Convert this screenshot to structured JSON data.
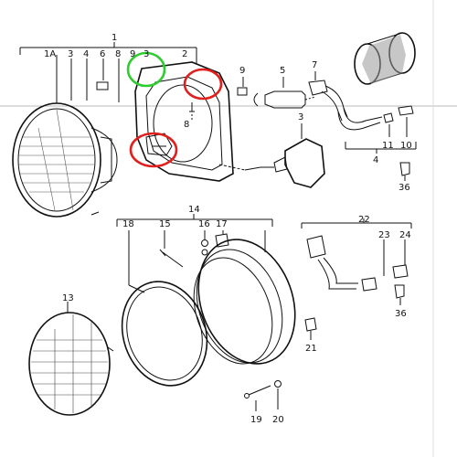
{
  "labels": {
    "l1": "1",
    "l1a": "1A",
    "l3": "3",
    "l4a": "4",
    "l6": "6",
    "l8a": "8",
    "l9a": "9",
    "l3b": "3",
    "l2": "2",
    "l9": "9",
    "l5": "5",
    "l7": "7",
    "l8": "8",
    "l3c": "3",
    "l11": "11",
    "l10": "10",
    "l4": "4",
    "l36a": "36",
    "l14": "14",
    "l18": "18",
    "l15": "15",
    "l16": "16",
    "l17": "17",
    "l22": "22",
    "l23": "23",
    "l24": "24",
    "l13": "13",
    "l36b": "36",
    "l21": "21",
    "l19": "19",
    "l20": "20"
  },
  "highlights": {
    "green": "#2ecc2e",
    "red": "#e0201e"
  }
}
